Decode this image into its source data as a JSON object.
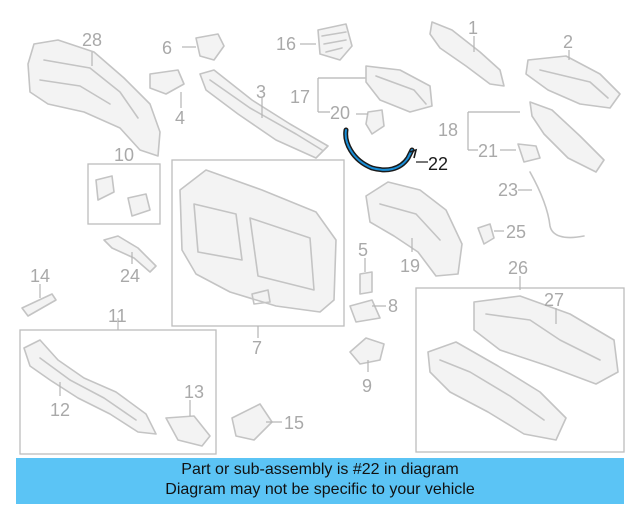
{
  "labels": {
    "l1": "1",
    "l2": "2",
    "l3": "3",
    "l4": "4",
    "l5": "5",
    "l6": "6",
    "l7": "7",
    "l8": "8",
    "l9": "9",
    "l10": "10",
    "l11": "11",
    "l12": "12",
    "l13": "13",
    "l14": "14",
    "l15": "15",
    "l16": "16",
    "l17": "17",
    "l18": "18",
    "l19": "19",
    "l20": "20",
    "l21": "21",
    "l22": "22",
    "l23": "23",
    "l24": "24",
    "l25": "25",
    "l26": "26",
    "l27": "27",
    "l28": "28"
  },
  "highlight_part": "22",
  "colors": {
    "highlight_stroke": "#1a8fd8",
    "caption_bg": "#5bc4f5",
    "part_stroke": "#c4c4c4"
  },
  "caption": {
    "line1": "Part or sub-assembly is #22 in diagram",
    "line2": "Diagram may not be specific to your vehicle"
  }
}
